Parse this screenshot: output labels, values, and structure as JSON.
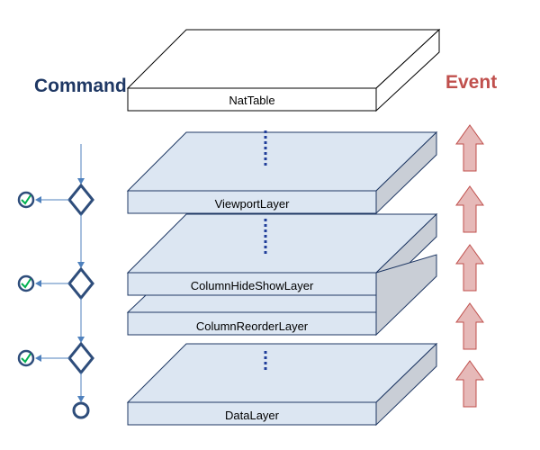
{
  "headings": {
    "command": "Command",
    "event": "Event"
  },
  "layers": [
    {
      "key": "nattable",
      "label": "NatTable"
    },
    {
      "key": "viewport",
      "label": "ViewportLayer"
    },
    {
      "key": "hideshow",
      "label": "ColumnHideShowLayer"
    },
    {
      "key": "reorder",
      "label": "ColumnReorderLayer"
    },
    {
      "key": "data",
      "label": "DataLayer"
    }
  ],
  "colors": {
    "command_heading": "#1F3864",
    "event_heading": "#C0504D",
    "top_face_light": "#FFFFFF",
    "layer_face": "#DCE6F2",
    "layer_side": "#C9CED6",
    "layer_stroke": "#1F3864",
    "flow_line": "#4F81BD",
    "decision_stroke": "#2E4D7B",
    "check_mark": "#00B050",
    "event_arrow_fill": "#E6B9B8",
    "event_arrow_stroke": "#C0504D",
    "dotted_connector": "#1F3D99"
  },
  "icons": {
    "decision": "diamond-icon",
    "pass": "checkmark-circle-icon",
    "end": "terminal-circle-icon",
    "event_arrow": "up-arrow-icon"
  }
}
